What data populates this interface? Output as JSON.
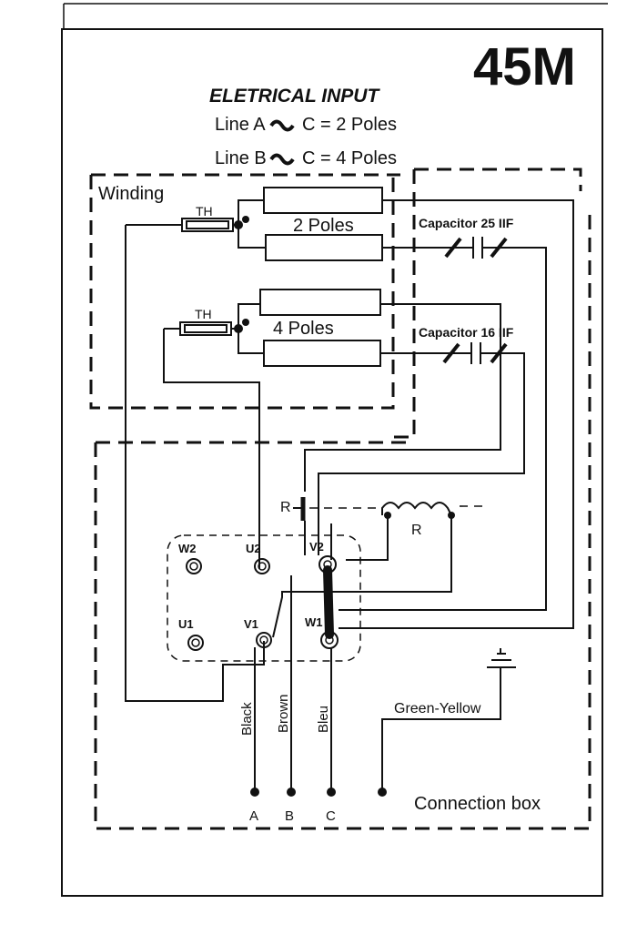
{
  "model_code": "45M",
  "title": "ELETRICAL INPUT",
  "input_lines": [
    {
      "text": "Line A",
      "rest": "C  =  2 Poles"
    },
    {
      "text": "Line B",
      "rest": "C  =  4 Poles"
    }
  ],
  "winding_label": "Winding",
  "thermal_label": "TH",
  "pole_groups": [
    "2 Poles",
    "4 Poles"
  ],
  "capacitors": [
    "Capacitor 25 IIF",
    "Capacitor 16 IIF"
  ],
  "relay_labels": {
    "contact": "R",
    "coil": "R"
  },
  "terminals": {
    "w2": "W2",
    "u2": "U2",
    "v2": "V2",
    "u1": "U1",
    "v1": "V1",
    "w1": "W1"
  },
  "wire_colors": [
    "Black",
    "Brown",
    "Bleu"
  ],
  "ground_label": "Green-Yellow",
  "lines": [
    "A",
    "B",
    "C"
  ],
  "box_label": "Connection box"
}
